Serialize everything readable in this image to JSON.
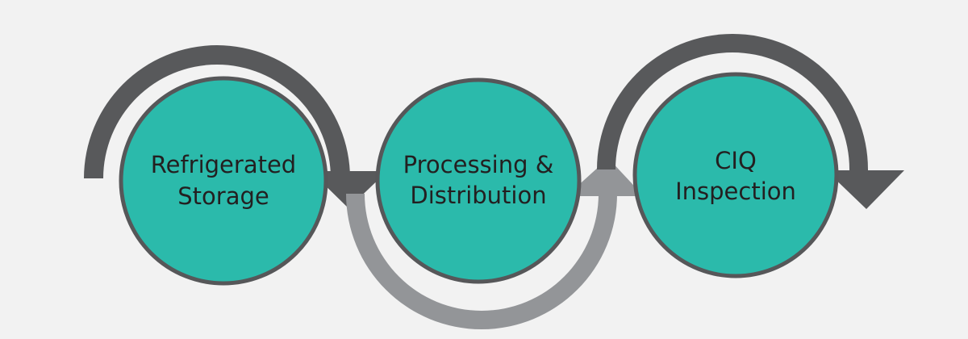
{
  "colors": {
    "background": "#f2f2f2",
    "circle_fill": "#2bbaab",
    "circle_stroke": "#565759",
    "arrow_dark": "#58595b",
    "arrow_light": "#939598",
    "text": "#231f20"
  },
  "steps": [
    {
      "line1": "Refrigerated",
      "line2": "Storage"
    },
    {
      "line1": "Processing &",
      "line2": "Distribution"
    },
    {
      "line1": "CIQ",
      "line2": "Inspection"
    }
  ]
}
